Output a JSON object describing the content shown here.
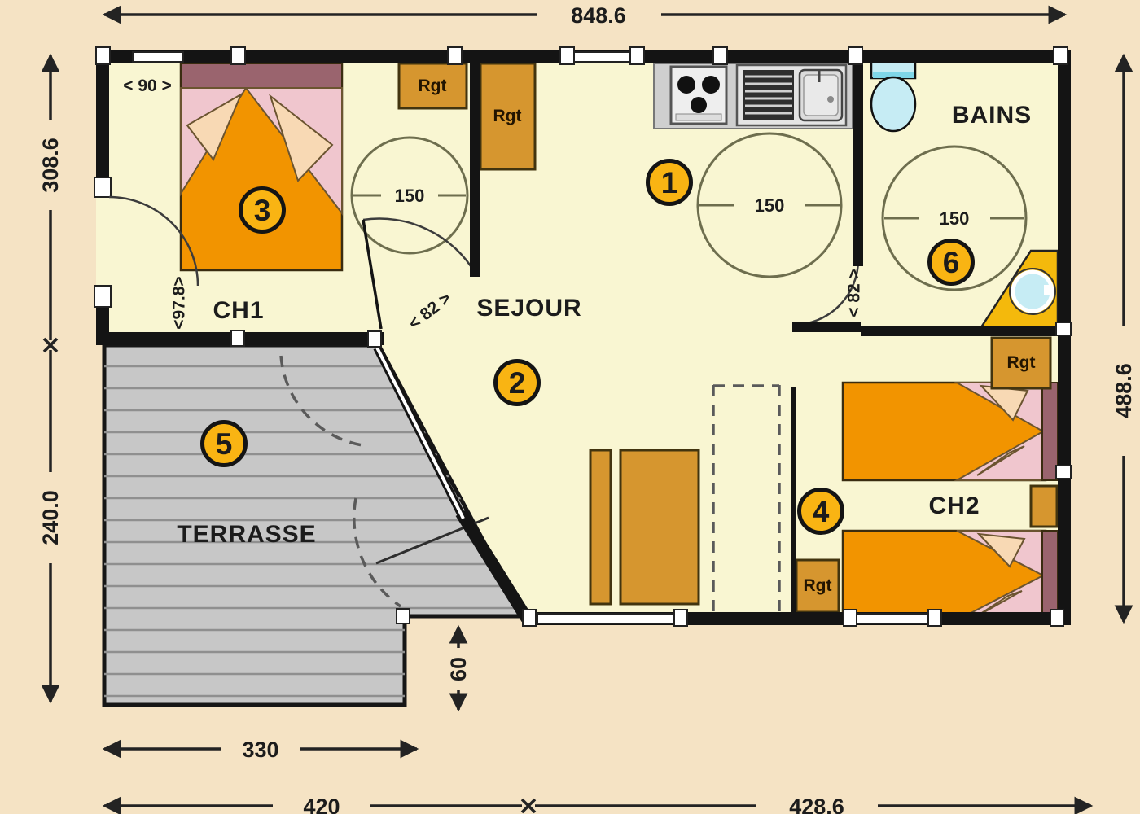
{
  "plan": {
    "rooms": {
      "ch1": "CH1",
      "sejour": "SEJOUR",
      "bains": "BAINS",
      "ch2": "CH2",
      "terrasse": "TERRASSE"
    },
    "zones": {
      "kitchen_badge": "1",
      "sejour_badge": "2",
      "ch1_badge": "3",
      "ch2_badge": "4",
      "terrasse_badge": "5",
      "bains_badge": "6"
    },
    "storage_label": "Rgt",
    "circle_diameter": "150",
    "dimensions": {
      "overall_width": "848.6",
      "left_upper_height": "308.6",
      "left_lower_height": "240.0",
      "right_height": "488.6",
      "terrace_lower_width": "330",
      "terrace_step_depth": "60",
      "bottom_left_width": "420",
      "bottom_right_width": "428.6",
      "ch1_exterior_door": "< 90 >",
      "ch1_wall_width": "<97.8>",
      "ch1_door_width": "< 82 >",
      "bains_door_width": "< 82 >"
    },
    "colors": {
      "background": "#f5e3c4",
      "floor": "#f9f6d2",
      "wall": "#141414",
      "terrace": "#c7c7c7",
      "bed_orange": "#f29400",
      "pillow_pink": "#f0c6ce",
      "pillow_peach": "#f8d9b4",
      "headboard": "#9a646e",
      "cabinet": "#d6962f",
      "badge": "#f9b413",
      "fixture_cyan": "#c6ecf4",
      "shower": "#f4b90c"
    }
  }
}
